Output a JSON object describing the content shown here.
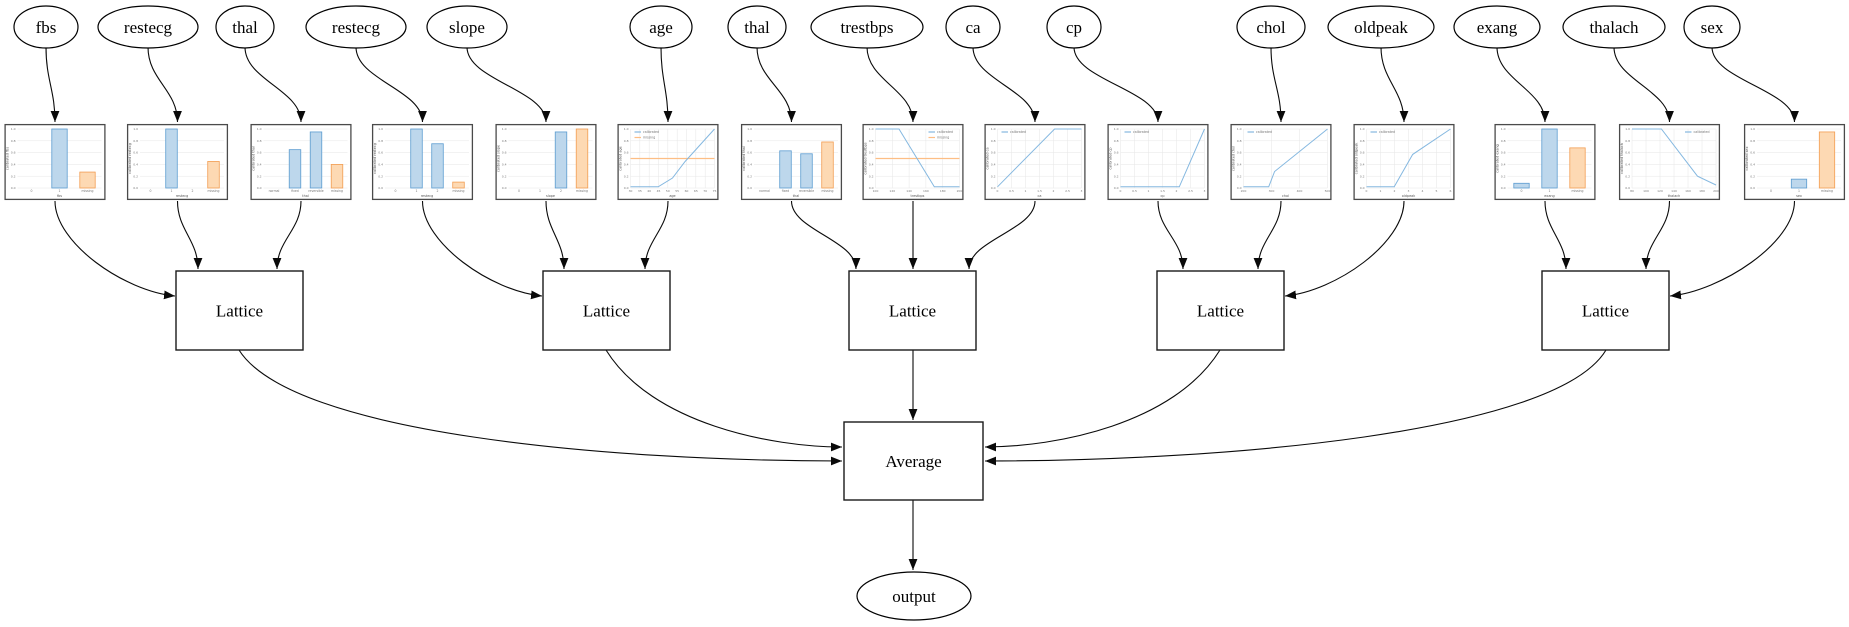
{
  "nodes": {
    "features": [
      "fbs",
      "restecg",
      "thal",
      "restecg",
      "slope",
      "age",
      "thal",
      "trestbps",
      "ca",
      "cp",
      "chol",
      "oldpeak",
      "exang",
      "thalach",
      "sex"
    ],
    "lattices": [
      "Lattice",
      "Lattice",
      "Lattice",
      "Lattice",
      "Lattice"
    ],
    "combiner": "Average",
    "output": "output"
  },
  "edges": {
    "lattice_inputs": [
      [
        "fbs",
        "restecg",
        "thal"
      ],
      [
        "restecg",
        "slope",
        "age"
      ],
      [
        "thal",
        "trestbps",
        "ca"
      ],
      [
        "cp",
        "chol",
        "oldpeak"
      ],
      [
        "exang",
        "thalach",
        "sex"
      ]
    ],
    "combiner_inputs": [
      "Lattice",
      "Lattice",
      "Lattice",
      "Lattice",
      "Lattice"
    ],
    "combiner_output": "output"
  },
  "axis": {
    "yticks": [
      "0.0",
      "0.2",
      "0.4",
      "0.6",
      "0.8",
      "1.0"
    ]
  },
  "colors": {
    "calibrated_fill": "#bdd7ec",
    "calibrated_stroke": "#5b9bd0",
    "missing_fill": "#fdd9b3",
    "missing_stroke": "#f29d52",
    "line_blue": "#85b8e0",
    "line_orange": "#fdbe85",
    "edge_black": "#0a0a0a",
    "chart_frame": "#4a4a4a",
    "grid": "#e6e6e6"
  },
  "chart_data": [
    {
      "feature": "fbs",
      "type": "bar",
      "ylabel": "calibrated fbs",
      "xlabel": "fbs",
      "categories": [
        "0",
        "1",
        "missing"
      ],
      "values": [
        0,
        1.0,
        0.27
      ]
    },
    {
      "feature": "restecg",
      "type": "bar",
      "ylabel": "calibrated restecg",
      "xlabel": "restecg",
      "categories": [
        "0",
        "1",
        "2",
        "missing"
      ],
      "values": [
        0,
        1.0,
        0,
        0.45
      ]
    },
    {
      "feature": "thal",
      "type": "bar",
      "ylabel": "calibrated thal",
      "xlabel": "thal",
      "categories": [
        "normal",
        "fixed",
        "reversible",
        "missing"
      ],
      "values": [
        0,
        0.65,
        0.95,
        0.4
      ]
    },
    {
      "feature": "restecg",
      "type": "bar",
      "ylabel": "calibrated restecg",
      "xlabel": "restecg",
      "categories": [
        "0",
        "1",
        "2",
        "missing"
      ],
      "values": [
        0,
        1.0,
        0.75,
        0.1
      ]
    },
    {
      "feature": "slope",
      "type": "bar",
      "ylabel": "calibrated slope",
      "xlabel": "slope",
      "categories": [
        "0",
        "1",
        "2",
        "missing"
      ],
      "values": [
        0,
        0,
        0.95,
        1.0
      ]
    },
    {
      "feature": "age",
      "type": "line",
      "ylabel": "calibrated age",
      "xlabel": "age",
      "points": [
        [
          0,
          0.02
        ],
        [
          0.33,
          0.02
        ],
        [
          0.5,
          0.17
        ],
        [
          0.65,
          0.45
        ],
        [
          1,
          1.0
        ]
      ],
      "missing_value": 0.5,
      "legend": [
        "calibrated",
        "missing"
      ],
      "legend_pos": "top-left",
      "xticks": [
        "30",
        "35",
        "40",
        "45",
        "50",
        "55",
        "60",
        "65",
        "70",
        "75"
      ]
    },
    {
      "feature": "thal",
      "type": "bar",
      "ylabel": "calibrated thal",
      "xlabel": "thal",
      "categories": [
        "normal",
        "fixed",
        "reversible",
        "missing"
      ],
      "values": [
        0,
        0.63,
        0.58,
        0.78
      ]
    },
    {
      "feature": "trestbps",
      "type": "line",
      "ylabel": "calibrated trestbps",
      "xlabel": "trestbps",
      "points": [
        [
          0,
          1.0
        ],
        [
          0.28,
          1.0
        ],
        [
          0.7,
          0.02
        ],
        [
          1,
          0.02
        ]
      ],
      "missing_value": 0.5,
      "legend": [
        "calibrated",
        "missing"
      ],
      "legend_pos": "top-right",
      "xticks": [
        "100",
        "120",
        "140",
        "160",
        "180",
        "200"
      ]
    },
    {
      "feature": "ca",
      "type": "line",
      "ylabel": "calibrated ca",
      "xlabel": "ca",
      "points": [
        [
          0,
          0.02
        ],
        [
          0.68,
          1.0
        ],
        [
          1,
          1.0
        ]
      ],
      "legend": [
        "calibrated"
      ],
      "legend_pos": "top-left",
      "xticks": [
        "0",
        "0.5",
        "1",
        "1.5",
        "2",
        "2.5",
        "3"
      ]
    },
    {
      "feature": "cp",
      "type": "line",
      "ylabel": "calibrated cp",
      "xlabel": "cp",
      "points": [
        [
          0,
          0.02
        ],
        [
          0.7,
          0.02
        ],
        [
          1,
          1.0
        ]
      ],
      "legend": [
        "calibrated"
      ],
      "legend_pos": "top-left",
      "xticks": [
        "0",
        "0.5",
        "1",
        "1.5",
        "2",
        "2.5",
        "3"
      ]
    },
    {
      "feature": "chol",
      "type": "line",
      "ylabel": "calibrated chol",
      "xlabel": "chol",
      "points": [
        [
          0,
          0.02
        ],
        [
          0.3,
          0.02
        ],
        [
          0.37,
          0.28
        ],
        [
          1,
          1.0
        ]
      ],
      "legend": [
        "calibrated"
      ],
      "legend_pos": "top-left",
      "xticks": [
        "200",
        "300",
        "400",
        "500"
      ]
    },
    {
      "feature": "oldpeak",
      "type": "line",
      "ylabel": "calibrated oldpeak",
      "xlabel": "oldpeak",
      "points": [
        [
          0,
          0.02
        ],
        [
          0.33,
          0.02
        ],
        [
          0.55,
          0.57
        ],
        [
          1,
          1.0
        ]
      ],
      "legend": [
        "calibrated"
      ],
      "legend_pos": "top-left",
      "xticks": [
        "0",
        "1",
        "2",
        "3",
        "4",
        "5",
        "6"
      ]
    },
    {
      "feature": "exang",
      "type": "bar",
      "ylabel": "calibrated exang",
      "xlabel": "exang",
      "categories": [
        "0",
        "1",
        "missing"
      ],
      "values": [
        0.08,
        1.0,
        0.68
      ]
    },
    {
      "feature": "thalach",
      "type": "line",
      "ylabel": "calibrated thalach",
      "xlabel": "thalach",
      "points": [
        [
          0,
          1.0
        ],
        [
          0.35,
          1.0
        ],
        [
          0.78,
          0.2
        ],
        [
          1,
          0.05
        ]
      ],
      "legend": [
        "calibrated"
      ],
      "legend_pos": "top-right",
      "xticks": [
        "80",
        "100",
        "120",
        "140",
        "160",
        "180",
        "200"
      ]
    },
    {
      "feature": "sex",
      "type": "bar",
      "ylabel": "calibrated sex",
      "xlabel": "sex",
      "categories": [
        "0",
        "1",
        "missing"
      ],
      "values": [
        0,
        0.15,
        0.95
      ]
    }
  ]
}
